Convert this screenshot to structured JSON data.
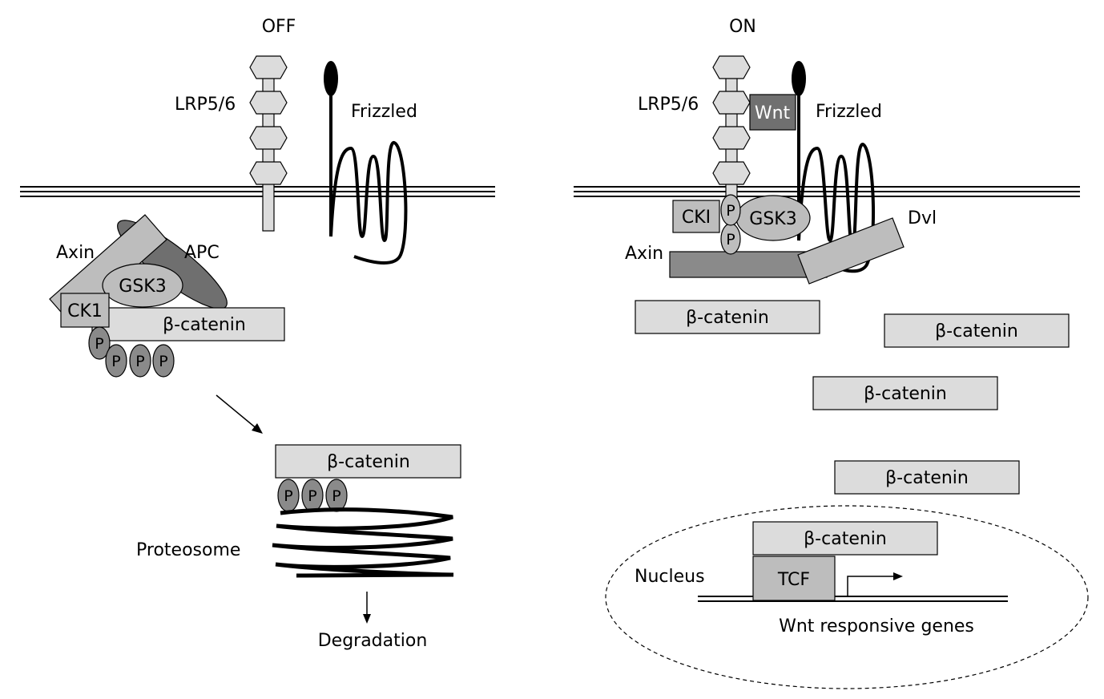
{
  "off": {
    "title": "OFF",
    "lrp": "LRP5/6",
    "frizzled": "Frizzled",
    "axin": "Axin",
    "apc": "APC",
    "gsk3": "GSK3",
    "ck1": "CK1",
    "beta_catenin": "β-catenin",
    "p": "P",
    "beta_catenin_degraded": "β-catenin",
    "proteosome": "Proteosome",
    "degradation": "Degradation"
  },
  "on": {
    "title": "ON",
    "lrp": "LRP5/6",
    "wnt": "Wnt",
    "frizzled": "Frizzled",
    "cki": "CKI",
    "p": "P",
    "gsk3": "GSK3",
    "dvl": "Dvl",
    "axin": "Axin",
    "beta_catenin": "β-catenin",
    "nucleus": "Nucleus",
    "tcf": "TCF",
    "wnt_genes": "Wnt responsive genes"
  },
  "colors": {
    "light_fill": "#dcdcdc",
    "mid_fill": "#bdbdbd",
    "dark_fill": "#8a8a8a",
    "darker_fill": "#6f6f6f",
    "wnt_fill": "#707070"
  }
}
